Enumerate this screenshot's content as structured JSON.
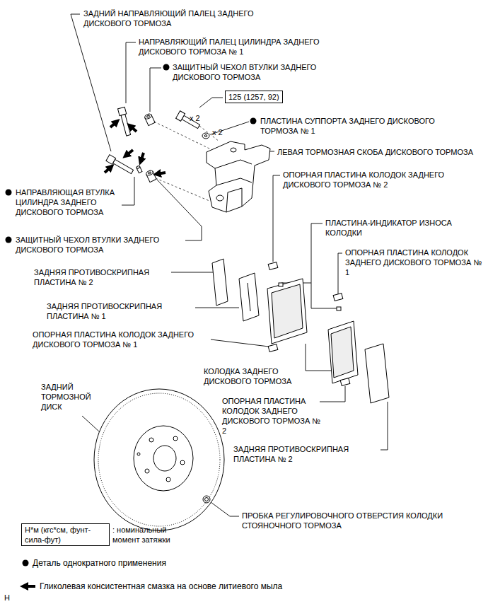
{
  "diagram": {
    "nodes": [
      {
        "text": [
          "125 (1257, 92)"
        ]
      },
      {
        "text": [
          "Н*м (кгс*см, фунт-сила-фут)"
        ]
      }
    ],
    "labels": [
      "ЗАДНИЙ НАПРАВЛЯЮЩИЙ ПАЛЕЦ ЗАДНЕГО ДИСКОВОГО ТОРМОЗА",
      "НАПРАВЛЯЮЩИЙ ПАЛЕЦ ЦИЛИНДРА ЗАДНЕГО ДИСКОВОГО ТОРМОЗА № 1",
      "ЗАЩИТНЫЙ ЧЕХОЛ ВТУЛКИ ЗАДНЕГО ДИСКОВОГО ТОРМОЗА",
      "x 2",
      "x 2",
      "ПЛАСТИНА СУППОРТА ЗАДНЕГО ДИСКОВОГО ТОРМОЗА № 1",
      "ЛЕВАЯ ТОРМОЗНАЯ СКОБА ДИСКОВОГО ТОРМОЗА",
      "ОПОРНАЯ ПЛАСТИНА КОЛОДОК ЗАДНЕГО ДИСКОВОГО ТОРМОЗА № 2",
      "НАПРАВЛЯЮЩАЯ ВТУЛКА ЦИЛИНДРА ЗАДНЕГО ДИСКОВОГО ТОРМОЗА",
      "ЗАЩИТНЫЙ ЧЕХОЛ ВТУЛКИ ЗАДНЕГО ДИСКОВОГО ТОРМОЗА",
      "ПЛАСТИНА-ИНДИКАТОР ИЗНОСА КОЛОДКИ",
      "ОПОРНАЯ ПЛАСТИНА КОЛОДОК ЗАДНЕГО ДИСКОВОГО ТОРМОЗА № 1",
      "ЗАДНЯЯ ПРОТИВОСКРИПНАЯ ПЛАСТИНА № 2",
      "ЗАДНЯЯ ПРОТИВОСКРИПНАЯ ПЛАСТИНА № 1",
      "ОПОРНАЯ ПЛАСТИНА КОЛОДОК ЗАДНЕГО ДИСКОВОГО ТОРМОЗА № 1",
      "КОЛОДКА ЗАДНЕГО ДИСКОВОГО ТОРМОЗА",
      "ЗАДНИЙ ТОРМОЗНОЙ ДИСК",
      "ОПОРНАЯ ПЛАСТИНА КОЛОДОК ЗАДНЕГО ДИСКОВОГО ТОРМОЗА № 2",
      "ЗАДНЯЯ ПРОТИВОСКРИПНАЯ ПЛАСТИНА № 2",
      "ПРОБКА РЕГУЛИРОВОЧНОГО ОТВЕРСТИЯ КОЛОДКИ СТОЯНОЧНОГО ТОРМОЗА",
      ": номинальный момент затяжки",
      "Н"
    ],
    "legend": [
      {
        "text": "Деталь однократного применения"
      },
      {
        "text": "Гликолевая консистентная смазка на основе литиевого мыла"
      }
    ]
  }
}
